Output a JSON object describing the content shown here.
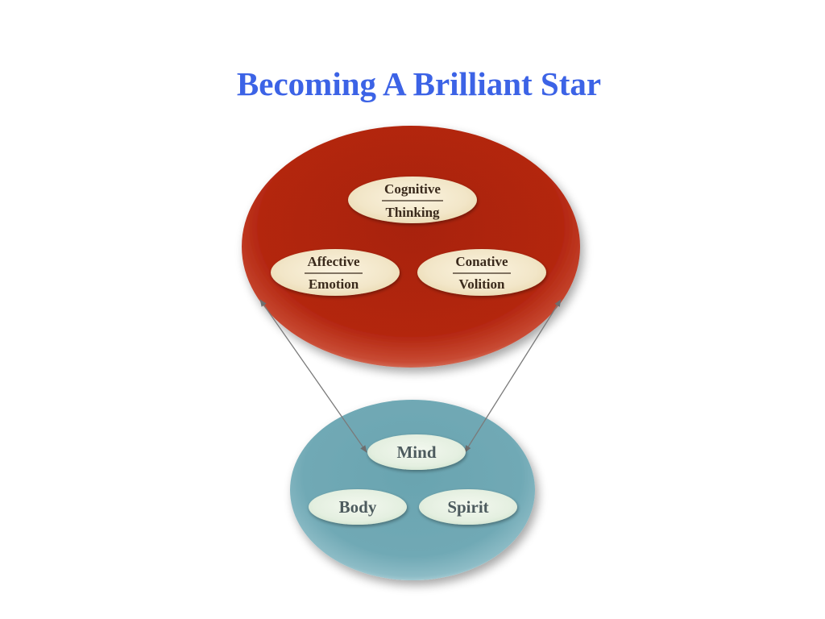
{
  "slide": {
    "title": "Becoming A Brilliant Star"
  },
  "upper_circle": {
    "color": "#b5200c",
    "items": [
      {
        "top": "Cognitive",
        "bottom": "Thinking"
      },
      {
        "top": "Affective",
        "bottom": "Emotion"
      },
      {
        "top": "Conative",
        "bottom": "Volition"
      }
    ]
  },
  "lower_circle": {
    "color": "#6fa8b4",
    "items": [
      "Mind",
      "Body",
      "Spirit"
    ]
  },
  "colors": {
    "title": "#3c63e6",
    "oval_fill": "#f6ecd4",
    "blue_oval_fill": "#e9f2e6"
  }
}
